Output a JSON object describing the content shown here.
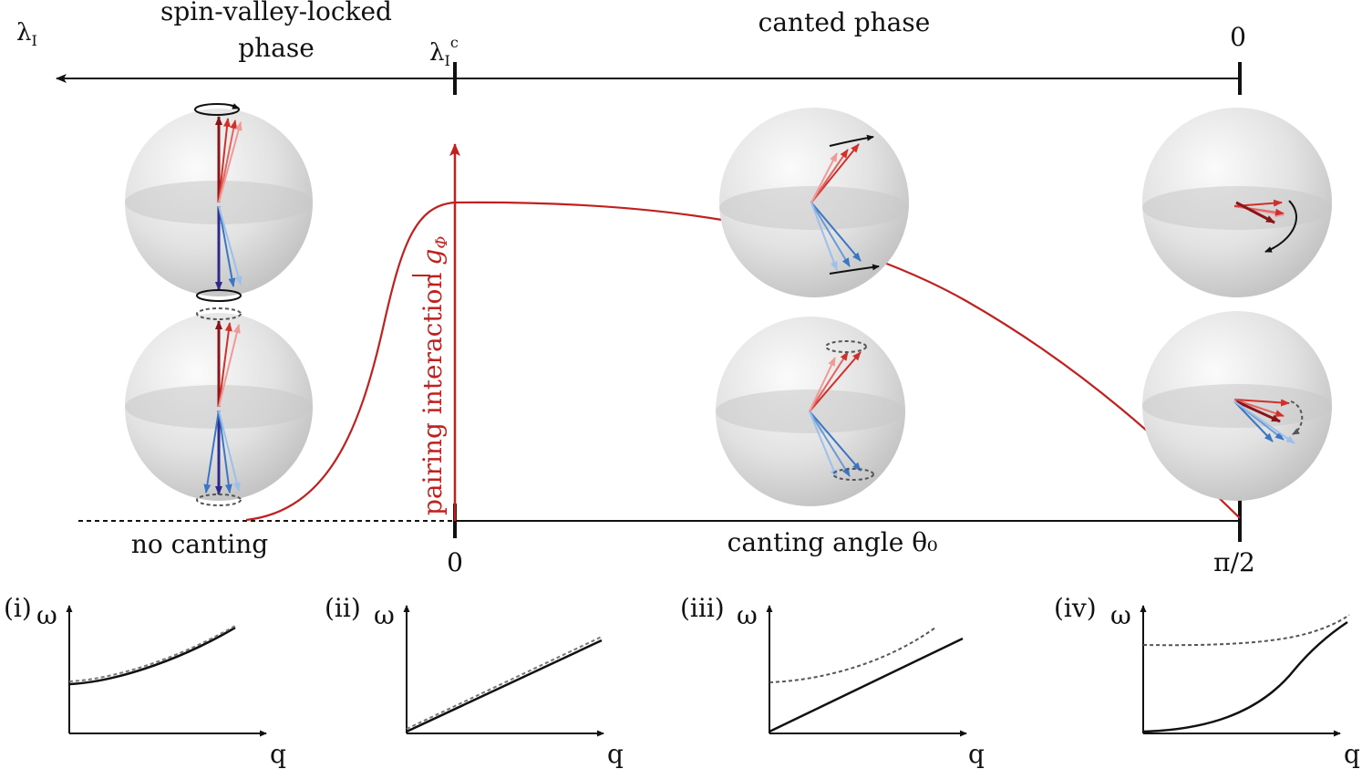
{
  "top_axis": {
    "left_symbol": "λ",
    "left_symbol_sub": "I",
    "critical_symbol": "λ",
    "critical_sub": "I",
    "critical_sup": "c",
    "right_zero": "0",
    "left_phase_line1": "spin-valley-locked",
    "left_phase_line2": "phase",
    "right_phase": "canted phase"
  },
  "bottom_axis": {
    "left_label": "no canting",
    "zero": "0",
    "title": "canting angle θ₀",
    "end": "π/2"
  },
  "pairing_axis": {
    "label": "pairing interaction",
    "symbol": "g",
    "symbol_sub": "Φ",
    "color": "#c0201f"
  },
  "panels": [
    {
      "tag": "(i)",
      "y_label": "ω",
      "x_label": "q"
    },
    {
      "tag": "(ii)",
      "y_label": "ω",
      "x_label": "q"
    },
    {
      "tag": "(iii)",
      "y_label": "ω",
      "x_label": "q"
    },
    {
      "tag": "(iv)",
      "y_label": "ω",
      "x_label": "q"
    }
  ],
  "colors": {
    "red_arrow": "#d0302c",
    "blue_arrow": "#3a76c4",
    "sphere": "#d9d9d9",
    "dashed": "#555555"
  }
}
